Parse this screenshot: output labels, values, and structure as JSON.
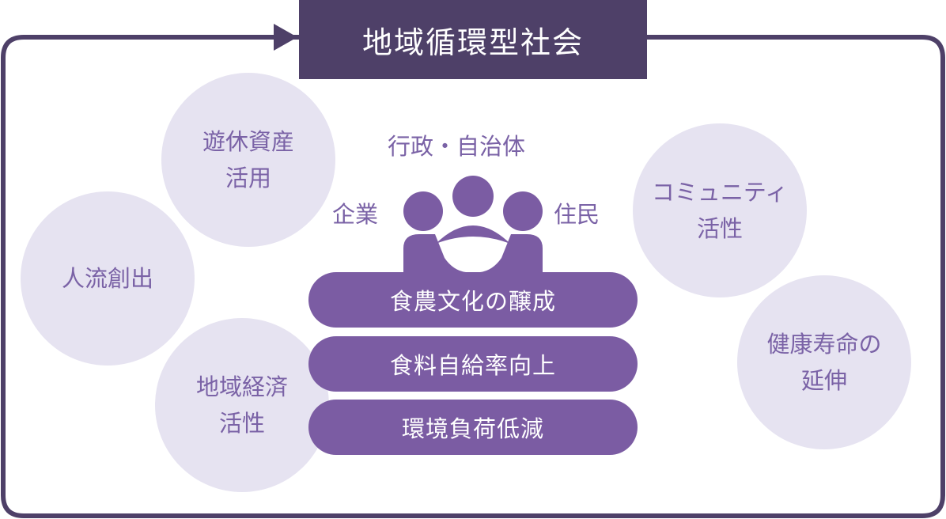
{
  "title": "地域循環型社会",
  "actors": {
    "top": "行政・自治体",
    "left": "企業",
    "right": "住民"
  },
  "bubbles": [
    {
      "id": "idle-assets",
      "lines": [
        "遊休資産",
        "活用"
      ]
    },
    {
      "id": "people-flow",
      "lines": [
        "人流創出"
      ]
    },
    {
      "id": "regional-economy",
      "lines": [
        "地域経済",
        "活性"
      ]
    },
    {
      "id": "community",
      "lines": [
        "コミュニティ",
        "活性"
      ]
    },
    {
      "id": "healthy-life",
      "lines": [
        "健康寿命の",
        "延伸"
      ]
    }
  ],
  "pillars": [
    "食農文化の醸成",
    "食料自給率向上",
    "環境負荷低減"
  ],
  "icons": {
    "flow": "arrow-right-icon",
    "stakeholders": "people-group-icon"
  },
  "colors": {
    "title_bg": "#4e4068",
    "frame": "#4e4068",
    "bubble_bg": "#e6e3f1",
    "bubble_text": "#7a62a6",
    "pill_bg": "#7b5ca3",
    "icon": "#7b5ca3"
  }
}
